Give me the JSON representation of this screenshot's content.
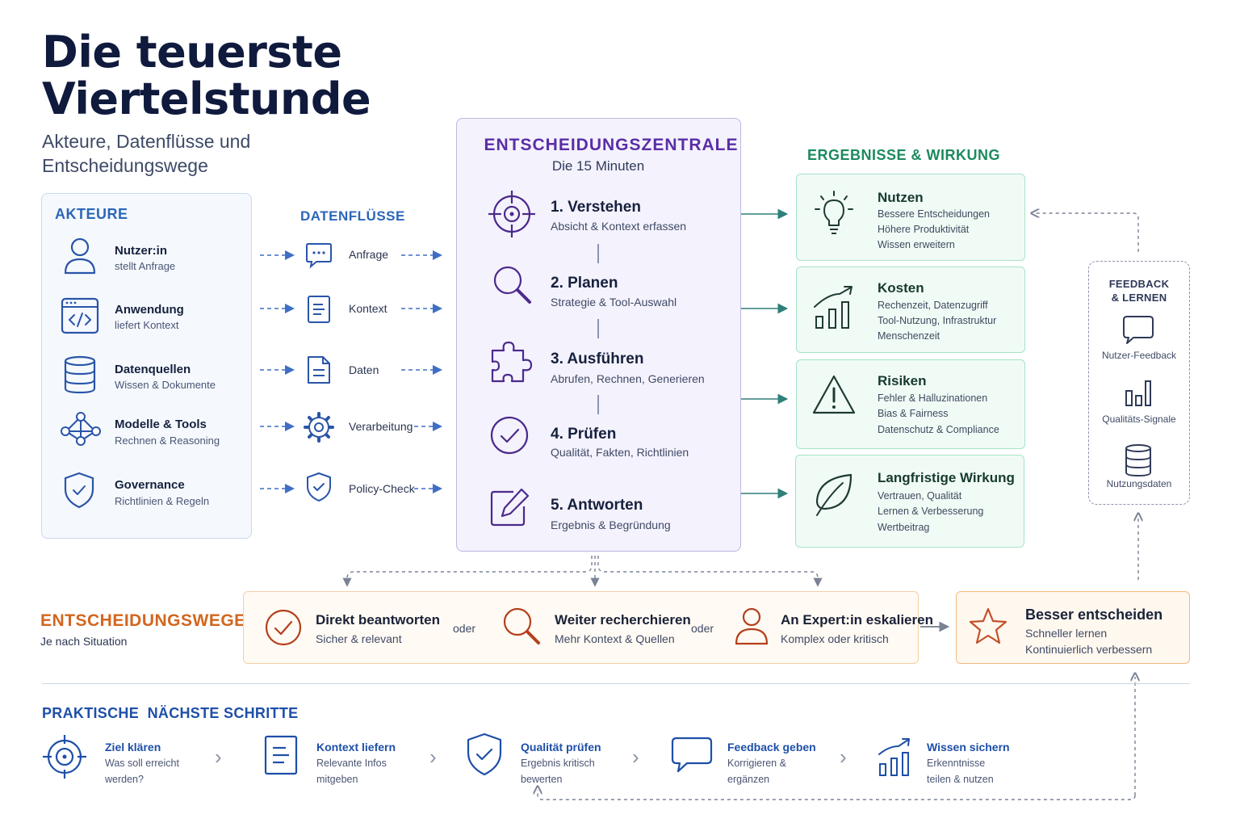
{
  "header": {
    "title_line1": "Die teuerste",
    "title_line2": "Viertelstunde",
    "subtitle_line1": "Akteure, Datenflüsse und",
    "subtitle_line2": "Entscheidungswege"
  },
  "akteure": {
    "heading": "AKTEURE",
    "items": [
      {
        "name": "Nutzer:in",
        "desc": "stellt Anfrage",
        "icon": "user-icon"
      },
      {
        "name": "Anwendung",
        "desc": "liefert Kontext",
        "icon": "code-window-icon"
      },
      {
        "name": "Datenquellen",
        "desc": "Wissen & Dokumente",
        "icon": "database-icon"
      },
      {
        "name": "Modelle & Tools",
        "desc": "Rechnen & Reasoning",
        "icon": "network-icon"
      },
      {
        "name": "Governance",
        "desc": "Richtlinien & Regeln",
        "icon": "shield-check-icon"
      }
    ]
  },
  "datenfluesse": {
    "heading": "DATENFLÜSSE",
    "items": [
      {
        "label": "Anfrage",
        "icon": "chat-bubble-icon"
      },
      {
        "label": "Kontext",
        "icon": "document-icon"
      },
      {
        "label": "Daten",
        "icon": "file-icon"
      },
      {
        "label": "Verarbeitung",
        "icon": "gear-icon"
      },
      {
        "label": "Policy-Check",
        "icon": "shield-check-icon"
      }
    ]
  },
  "zentrale": {
    "heading": "ENTSCHEIDUNGSZENTRALE",
    "subheading": "Die 15 Minuten",
    "steps": [
      {
        "title": "1. Verstehen",
        "desc": "Absicht & Kontext erfassen",
        "icon": "crosshair-icon"
      },
      {
        "title": "2. Planen",
        "desc": "Strategie & Tool-Auswahl",
        "icon": "magnifier-icon"
      },
      {
        "title": "3. Ausführen",
        "desc": "Abrufen, Rechnen, Generieren",
        "icon": "puzzle-icon"
      },
      {
        "title": "4. Prüfen",
        "desc": "Qualität, Fakten, Richtlinien",
        "icon": "check-circle-icon"
      },
      {
        "title": "5. Antworten",
        "desc": "Ergebnis & Begründung",
        "icon": "edit-icon"
      }
    ]
  },
  "ergebnisse": {
    "heading": "ERGEBNISSE & WIRKUNG",
    "cards": [
      {
        "title": "Nutzen",
        "lines": [
          "Bessere Entscheidungen",
          "Höhere Produktivität",
          "Wissen erweitern"
        ],
        "icon": "lightbulb-icon"
      },
      {
        "title": "Kosten",
        "lines": [
          "Rechenzeit, Datenzugriff",
          "Tool-Nutzung, Infrastruktur",
          "Menschenzeit"
        ],
        "icon": "chart-up-icon"
      },
      {
        "title": "Risiken",
        "lines": [
          "Fehler & Halluzinationen",
          "Bias & Fairness",
          "Datenschutz & Compliance"
        ],
        "icon": "warning-icon"
      },
      {
        "title": "Langfristige Wirkung",
        "lines": [
          "Vertrauen, Qualität",
          "Lernen & Verbesserung",
          "Wertbeitrag"
        ],
        "icon": "leaf-icon"
      }
    ]
  },
  "feedback": {
    "heading_line1": "FEEDBACK",
    "heading_line2": "& LERNEN",
    "items": [
      {
        "label": "Nutzer-Feedback",
        "icon": "chat-bubble-icon"
      },
      {
        "label": "Qualitäts-Signale",
        "icon": "bar-chart-icon"
      },
      {
        "label": "Nutzungsdaten",
        "icon": "database-icon"
      }
    ]
  },
  "wege": {
    "heading": "ENTSCHEIDUNGSWEGE",
    "subheading": "Je nach Situation",
    "oder": "oder",
    "options": [
      {
        "title": "Direkt beantworten",
        "desc": "Sicher & relevant",
        "icon": "check-circle-icon"
      },
      {
        "title": "Weiter recherchieren",
        "desc": "Mehr Kontext & Quellen",
        "icon": "magnifier-icon"
      },
      {
        "title": "An Expert:in eskalieren",
        "desc": "Komplex oder kritisch",
        "icon": "user-icon"
      }
    ],
    "besser": {
      "title": "Besser entscheiden",
      "line1": "Schneller lernen",
      "line2": "Kontinuierlich verbessern",
      "icon": "star-icon"
    }
  },
  "praktisch": {
    "heading": "PRAKTISCHE  NÄCHSTE SCHRITTE",
    "steps": [
      {
        "title": "Ziel klären",
        "line1": "Was soll erreicht",
        "line2": "werden?",
        "icon": "target-icon"
      },
      {
        "title": "Kontext liefern",
        "line1": "Relevante Infos",
        "line2": "mitgeben",
        "icon": "document-icon"
      },
      {
        "title": "Qualität prüfen",
        "line1": "Ergebnis kritisch",
        "line2": "bewerten",
        "icon": "shield-check-icon"
      },
      {
        "title": "Feedback geben",
        "line1": "Korrigieren &",
        "line2": "ergänzen",
        "icon": "chat-bubble-icon"
      },
      {
        "title": "Wissen sichern",
        "line1": "Erkenntnisse",
        "line2": "teilen & nutzen",
        "icon": "chart-up-icon"
      }
    ]
  },
  "colors": {
    "navy": "#0f1a3d",
    "blue": "#2c66b8",
    "purple": "#5a2ea6",
    "green": "#1c8a5e",
    "orange": "#d2661e"
  }
}
